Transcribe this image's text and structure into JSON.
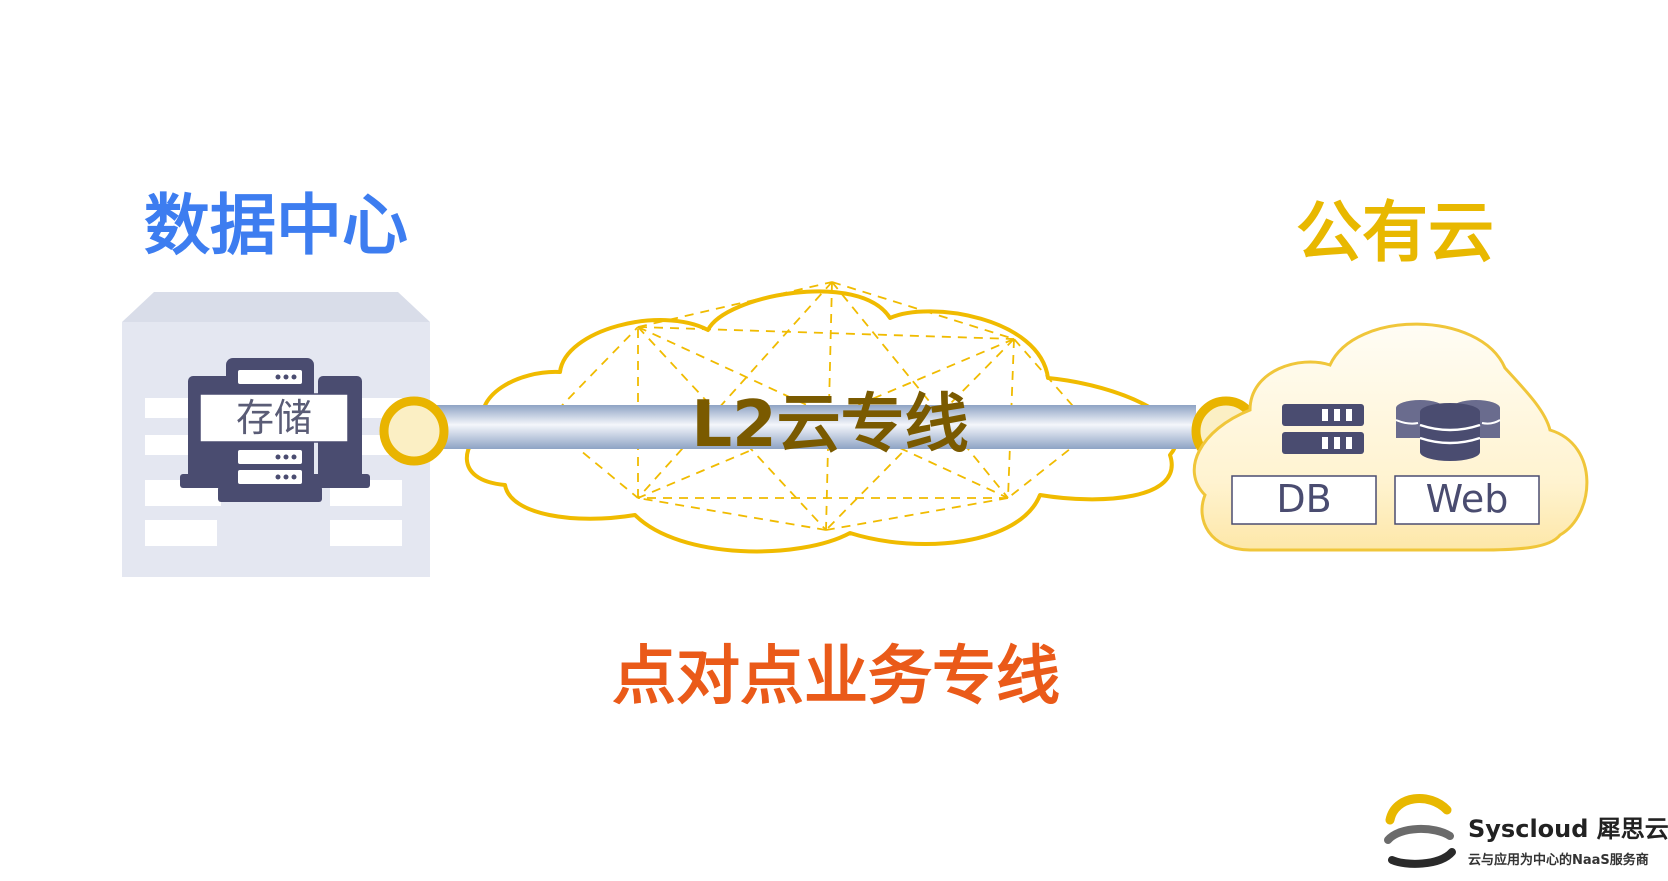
{
  "data_center": {
    "title": "数据中心",
    "storage_label": "存储"
  },
  "public_cloud": {
    "title": "公有云",
    "db_label": "DB",
    "web_label": "Web"
  },
  "link": {
    "label": "L2云专线"
  },
  "caption": "点对点业务专线",
  "logo": {
    "name": "Syscloud 犀思云",
    "tagline": "云与应用为中心的NaaS服务商"
  },
  "colors": {
    "data_center_title": "#3d7df0",
    "public_cloud_title": "#e8b800",
    "caption": "#ea5a19",
    "link_label": "#7a5a00",
    "cloud_outline": "#f0bb00",
    "server_dark": "#4a4c70",
    "building": "#e4e7f1"
  }
}
